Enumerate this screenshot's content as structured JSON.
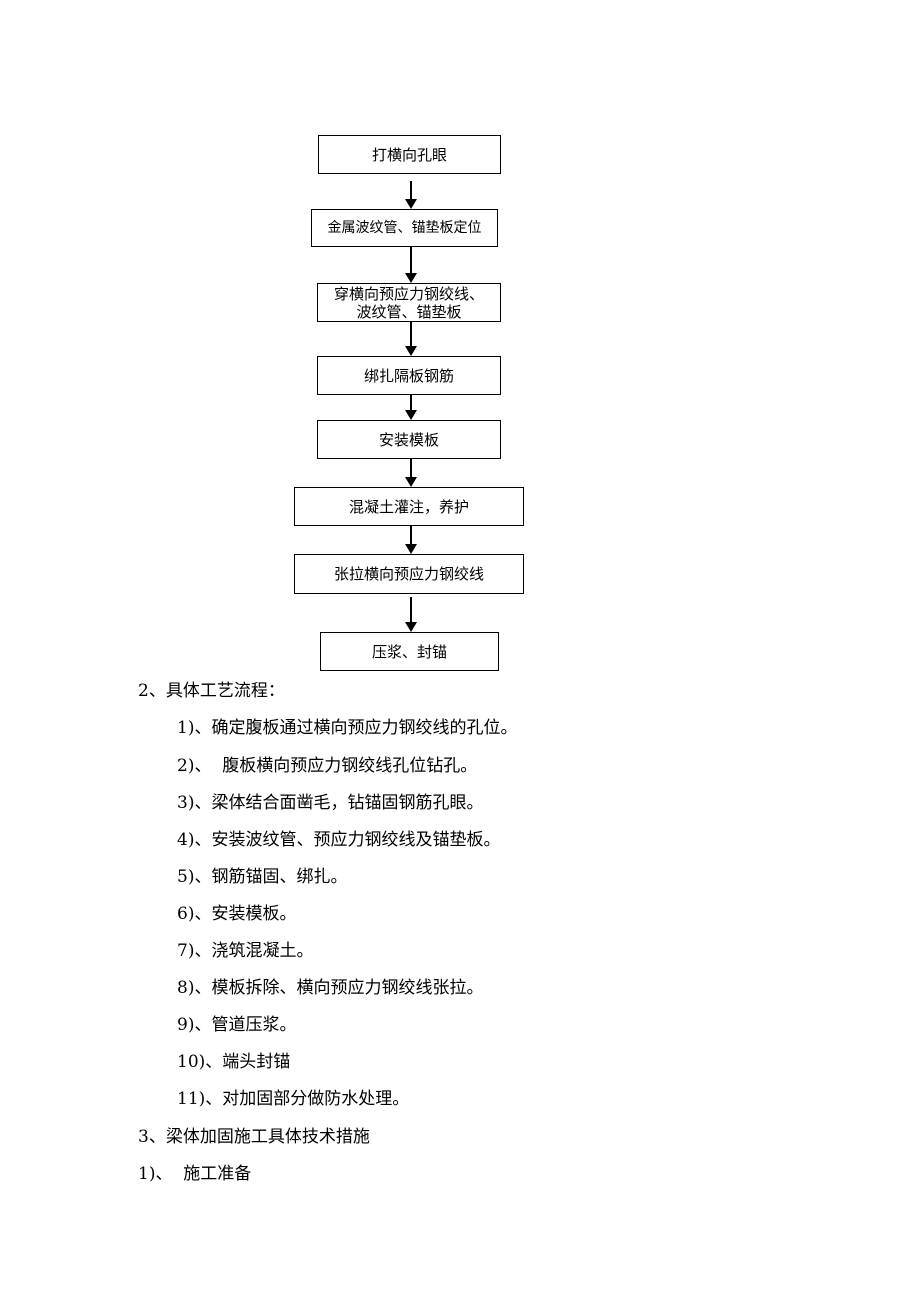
{
  "flowchart": {
    "steps": [
      "打横向孔眼",
      "金属波纹管、锚垫板定位",
      "穿横向预应力钢绞线、\n波纹管、锚垫板",
      "绑扎隔板钢筋",
      "安装模板",
      "混凝土灌注，养护",
      "张拉横向预应力钢绞线",
      "压浆、封锚"
    ]
  },
  "section2": {
    "heading": "2、具体工艺流程：",
    "items": [
      "1)、确定腹板通过横向预应力钢绞线的孔位。",
      "2)、  腹板横向预应力钢绞线孔位钻孔。",
      "3)、梁体结合面凿毛，钻锚固钢筋孔眼。",
      "4)、安装波纹管、预应力钢绞线及锚垫板。",
      "5)、钢筋锚固、绑扎。",
      "6)、安装模板。",
      "7)、浇筑混凝土。",
      "8)、模板拆除、横向预应力钢绞线张拉。",
      "9)、管道压浆。",
      "10)、端头封锚",
      "11)、对加固部分做防水处理。"
    ]
  },
  "section3": {
    "heading": "3、梁体加固施工具体技术措施",
    "sub": "1)、  施工准备"
  }
}
